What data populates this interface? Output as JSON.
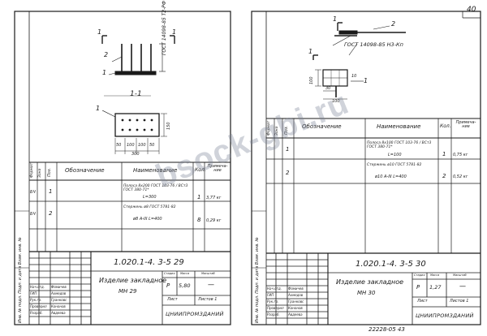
{
  "page_number": "40",
  "sheet_left": {
    "section_mark": "1",
    "section_title": "1-1",
    "callouts": [
      "1",
      "2",
      "1"
    ],
    "weld_note": "ГОСТ 14098-85 Т2-РФ",
    "dims_plan": [
      "50",
      "100",
      "100",
      "50"
    ],
    "dim_total": "300",
    "dim_side": "150",
    "table_headers": [
      "Формат",
      "Зона",
      "Поз.",
      "Обозначение",
      "Наименование",
      "Кол.",
      "Примеча-ние"
    ],
    "rows": [
      {
        "zone": "БЧ",
        "pos": "1",
        "designation": "",
        "name": "Полоса 8х200 ГОСТ 103-76 / ВСт3 ГОСТ 380-71*",
        "name2": "L=300",
        "qty": "1",
        "note": "3,77 кг"
      },
      {
        "zone": "БЧ",
        "pos": "2",
        "designation": "",
        "name": "Стержень ø8 ГОСТ 5781-82",
        "name2": "ø8 А-III  L=400",
        "qty": "8",
        "note": "0,29 кг"
      }
    ],
    "doc_code": "1.020.1-4.  3-5  29",
    "product_title": "Изделие закладное",
    "product_code": "МН 29",
    "stage_header": "Стадия",
    "stage": "Р",
    "mass_header": "Масса",
    "mass": "5,80",
    "scale_header": "Масштаб",
    "scale": "—",
    "sheet_label": "Лист",
    "sheets_label": "Листов 1",
    "org": "ЦНИИПРОМЗДАНИЙ",
    "signers": [
      {
        "role": "Нач.отд.",
        "name": "Фомичев"
      },
      {
        "role": "ГИП",
        "name": "Ахмедов"
      },
      {
        "role": "Рук.гр.",
        "name": "Гранковс"
      },
      {
        "role": "Проверил",
        "name": "Кононов"
      },
      {
        "role": "Разраб.",
        "name": "Авдеева"
      }
    ],
    "side_stamp": "Инв. № подл.  Подп. и дата  Взам. инв. №"
  },
  "sheet_right": {
    "section_mark": "1",
    "callouts": [
      "1",
      "2"
    ],
    "weld_note": "ГОСТ 14098-85  Н3-Кп",
    "dim_a": "100",
    "dim_b": "30",
    "dim_c": "100",
    "dim_d": "10",
    "table_headers": [
      "Формат",
      "Зона",
      "Поз.",
      "Обозначение",
      "Наименование",
      "Кол.",
      "Примеча-ние"
    ],
    "rows": [
      {
        "zone": "",
        "pos": "1",
        "designation": "",
        "name": "Полоса 8х100 ГОСТ 103-76 / ВСт3 ГОСТ 380-71*",
        "name2": "L=100",
        "qty": "1",
        "note": "0,75 кг"
      },
      {
        "zone": "",
        "pos": "2",
        "designation": "",
        "name": "Стержень ø10 ГОСТ 5781-82",
        "name2": "ø10 А-III  L=400",
        "qty": "2",
        "note": "0,52 кг"
      }
    ],
    "doc_code": "1.020.1-4.  3-5  30",
    "product_title": "Изделие закладное",
    "product_code": "МН 30",
    "stage_header": "Стадия",
    "stage": "Р",
    "mass_header": "Масса",
    "mass": "1,27",
    "scale_header": "Масштаб",
    "scale": "—",
    "sheet_label": "Лист",
    "sheets_label": "Листов 1",
    "org": "ЦНИИПРОМЗДАНИЙ",
    "signers": [
      {
        "role": "Нач.отд.",
        "name": "Фомичев"
      },
      {
        "role": "ГИП",
        "name": "Ахмедов"
      },
      {
        "role": "Рук.гр.",
        "name": "Гранковс"
      },
      {
        "role": "Проверил",
        "name": "Кононов"
      },
      {
        "role": "Разраб.",
        "name": "Авдеева"
      }
    ],
    "side_stamp": "Инв. № подл.  Подп. и дата  Взам. инв. №",
    "bottom_code": "22228-05  43"
  },
  "watermark": "bsock-gbi.ru"
}
